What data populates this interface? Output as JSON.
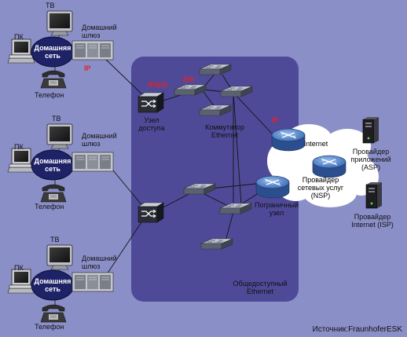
{
  "home_networks": [
    {
      "tv": "ТВ",
      "pc": "ПК",
      "hub_line1": "Домашняя",
      "hub_line2": "сеть",
      "gateway_line1": "Домашний",
      "gateway_line2": "шлюз",
      "ip": "IP",
      "phone": "Телефон"
    },
    {
      "tv": "ТВ",
      "pc": "ПК",
      "hub_line1": "Домашняя",
      "hub_line2": "сеть",
      "gateway_line1": "Домашний",
      "gateway_line2": "шлюз",
      "phone": "Телефон"
    },
    {
      "tv": "ТВ",
      "pc": "ПК",
      "hub_line1": "Домашняя",
      "hub_line2": "сеть",
      "gateway_line1": "Домашний",
      "gateway_line2": "шлюз",
      "phone": "Телефон"
    }
  ],
  "public_ethernet": {
    "label_line1": "Общедоступный",
    "label_line2": "Ethernet",
    "access_node_line1": "Узел",
    "access_node_line2": "доступа",
    "ip_eth_tag": "IP/Eth",
    "eth_tag": "Eth",
    "switch_line1": "Коммутатор",
    "switch_line2": "Ethernet",
    "ip_tag": "IP",
    "border_node_line1": "Пограничный",
    "border_node_line2": "узел"
  },
  "internet_cloud": {
    "label": "Internet",
    "nsp_line1": "Провайдер",
    "nsp_line2": "сетевых услуг",
    "nsp_line3": "(NSP)"
  },
  "asp": {
    "line1": "Провайдер",
    "line2": "приложений",
    "line3": "(ASP)"
  },
  "isp": {
    "line1": "Провайдер",
    "line2": "Internet (ISP)"
  },
  "source": "Источник:FraunhoferESK",
  "colors": {
    "background": "#8b8fc8",
    "public_network": "#4e4a98",
    "hub": "#1e2266",
    "red_tag": "#e4202a",
    "router": "#5a86c8",
    "cloud": "#ffffff"
  }
}
